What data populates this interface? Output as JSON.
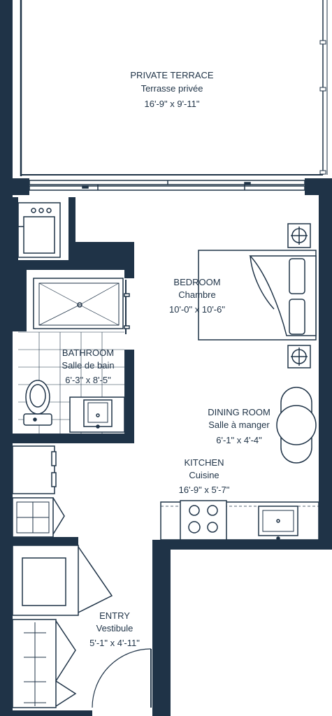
{
  "colors": {
    "wall": "#1f3347",
    "line": "#1f3347",
    "fill": "#ffffff"
  },
  "rooms": {
    "terrace": {
      "name": "PRIVATE TERRACE",
      "name_fr": "Terrasse privée",
      "dims": "16'-9\" x 9'-11\""
    },
    "bedroom": {
      "name": "BEDROOM",
      "name_fr": "Chambre",
      "dims": "10'-0\" x 10'-6\""
    },
    "bathroom": {
      "name": "BATHROOM",
      "name_fr": "Salle de bain",
      "dims": "6'-3\" x 8'-5\""
    },
    "dining": {
      "name": "DINING ROOM",
      "name_fr": "Salle à manger",
      "dims": "6'-1\" x 4'-4\""
    },
    "kitchen": {
      "name": "KITCHEN",
      "name_fr": "Cuisine",
      "dims": "16'-9\" x 5'-7\""
    },
    "entry": {
      "name": "ENTRY",
      "name_fr": "Vestibule",
      "dims": "5'-1\" x 4'-11\""
    }
  }
}
